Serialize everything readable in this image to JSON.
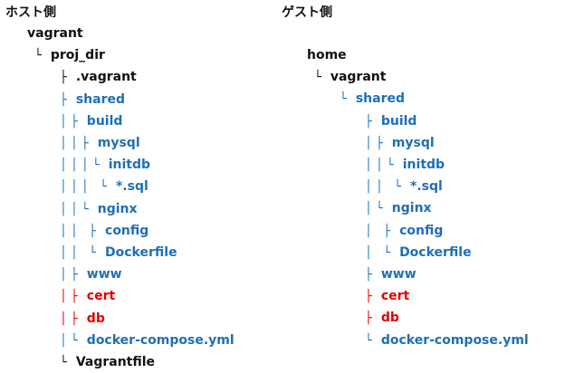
{
  "colors": {
    "black": "#111111",
    "blue": "#1f6fb5",
    "red": "#e00000"
  },
  "host": {
    "heading": "ホスト側",
    "items": [
      {
        "prefix": "",
        "name": "vagrant",
        "color": "black"
      },
      {
        "prefix": "└",
        "name": "proj_dir",
        "color": "black"
      },
      {
        "prefix": "├",
        "name": ".vagrant",
        "color": "black"
      },
      {
        "prefix": "├",
        "name": "shared",
        "color": "blue"
      },
      {
        "prefix": "│ ├",
        "name": "build",
        "color": "blue"
      },
      {
        "prefix": "│ │ ├",
        "name": "mysql",
        "color": "blue"
      },
      {
        "prefix": "│ │ │ └",
        "name": "initdb",
        "color": "blue"
      },
      {
        "prefix": "│ │ │   └",
        "name": "*.sql",
        "color": "blue"
      },
      {
        "prefix": "│ │ └",
        "name": "nginx",
        "color": "blue"
      },
      {
        "prefix": "│ │   ├",
        "name": "config",
        "color": "blue"
      },
      {
        "prefix": "│ │   └",
        "name": "Dockerfile",
        "color": "blue"
      },
      {
        "prefix": "│ ├",
        "name": "www",
        "color": "blue"
      },
      {
        "prefix": "│ ├",
        "name": "cert",
        "color": "red"
      },
      {
        "prefix": "│ ├",
        "name": "db",
        "color": "red"
      },
      {
        "prefix": "│ └",
        "name": "docker-compose.yml",
        "color": "blue"
      },
      {
        "prefix": "└",
        "name": "Vagrantfile",
        "color": "black"
      }
    ]
  },
  "guest": {
    "heading": "ゲスト側",
    "items": [
      {
        "prefix": "",
        "name": "home",
        "color": "black"
      },
      {
        "prefix": "└",
        "name": "vagrant",
        "color": "black"
      },
      {
        "prefix": "└",
        "name": "shared",
        "color": "blue"
      },
      {
        "prefix": "├",
        "name": "build",
        "color": "blue"
      },
      {
        "prefix": "│ ├",
        "name": "mysql",
        "color": "blue"
      },
      {
        "prefix": "│ │ └",
        "name": "initdb",
        "color": "blue"
      },
      {
        "prefix": "│ │   └",
        "name": "*.sql",
        "color": "blue"
      },
      {
        "prefix": "│ └",
        "name": "nginx",
        "color": "blue"
      },
      {
        "prefix": "│   ├",
        "name": "config",
        "color": "blue"
      },
      {
        "prefix": "│   └",
        "name": "Dockerfile",
        "color": "blue"
      },
      {
        "prefix": "├",
        "name": "www",
        "color": "blue"
      },
      {
        "prefix": "├",
        "name": "cert",
        "color": "red"
      },
      {
        "prefix": "├",
        "name": "db",
        "color": "red"
      },
      {
        "prefix": "└",
        "name": "docker-compose.yml",
        "color": "blue"
      }
    ]
  }
}
